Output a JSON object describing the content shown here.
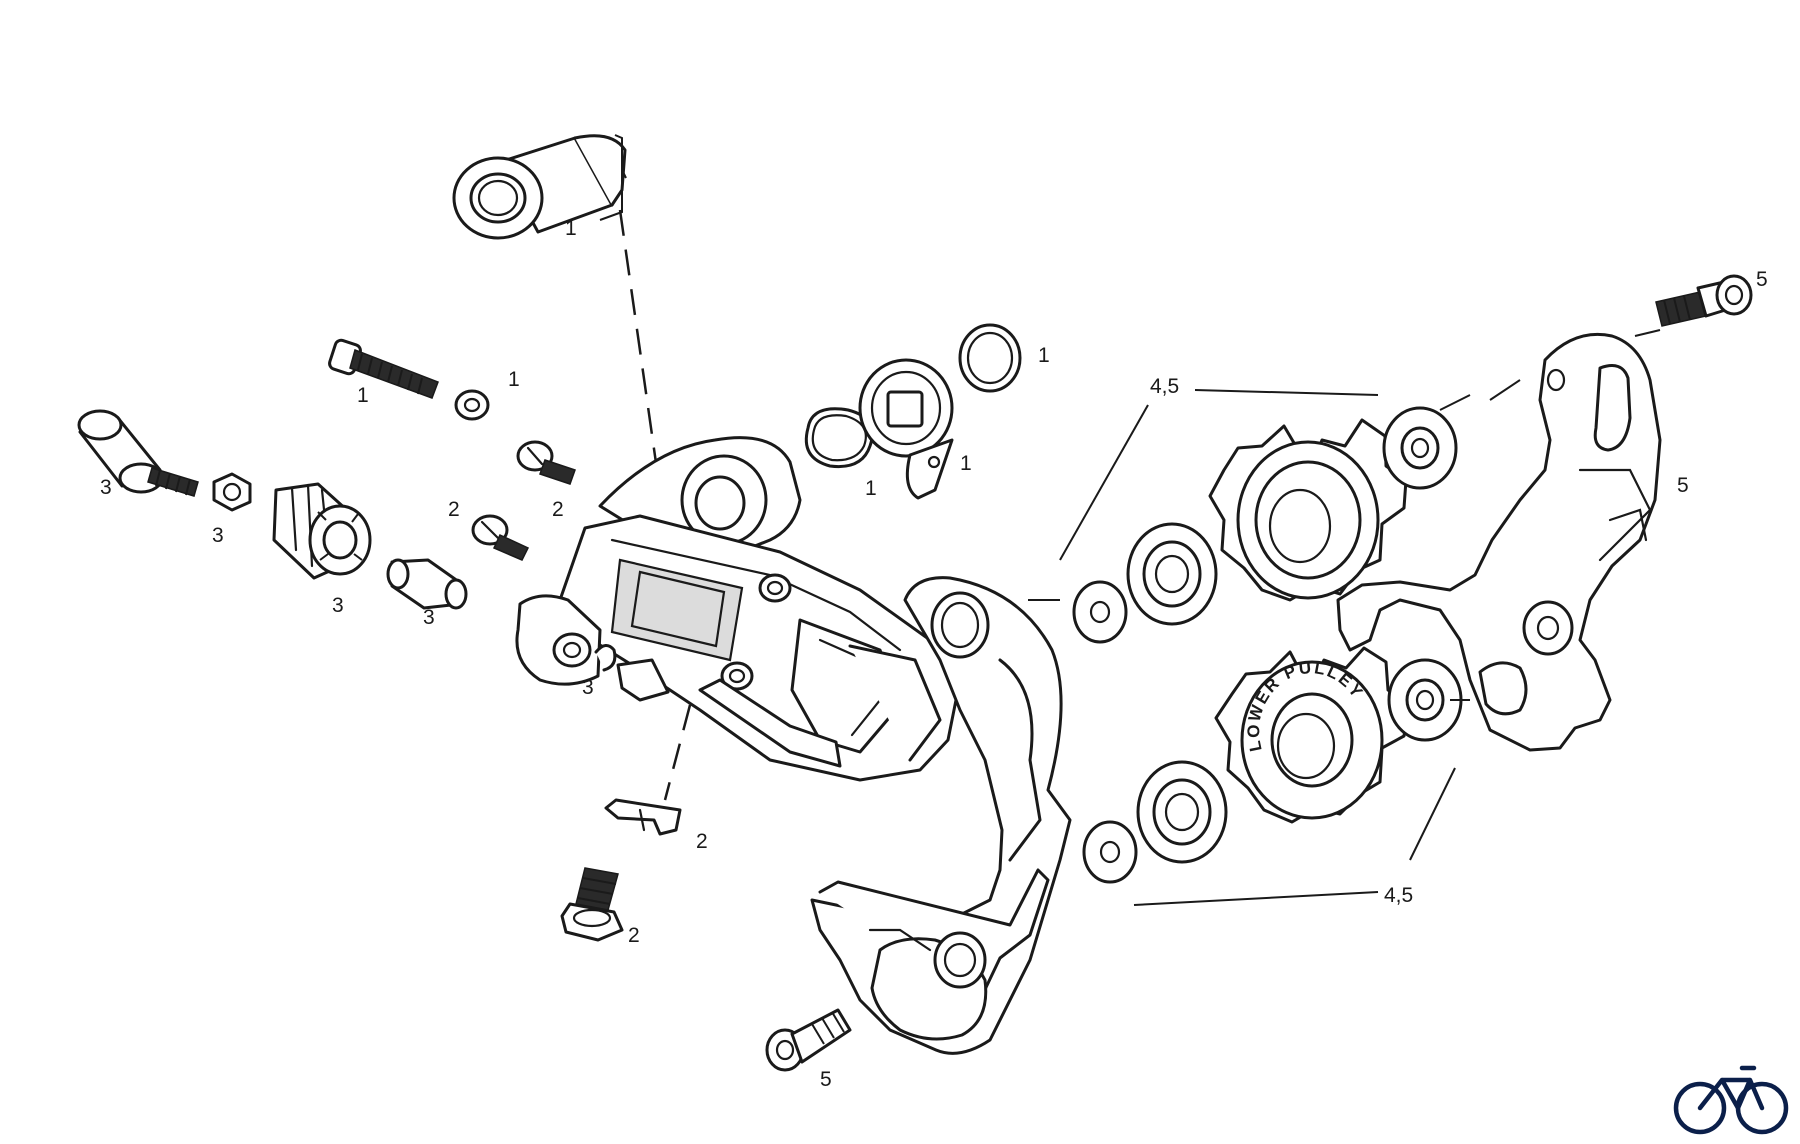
{
  "callouts": [
    {
      "id": "c-1-top",
      "text": "1"
    },
    {
      "id": "c-1-bolt",
      "text": "1"
    },
    {
      "id": "c-1-washer",
      "text": "1"
    },
    {
      "id": "c-1-oring",
      "text": "1"
    },
    {
      "id": "c-1-bushing",
      "text": "1"
    },
    {
      "id": "c-1-tab",
      "text": "1"
    },
    {
      "id": "c-2-screw-a",
      "text": "2"
    },
    {
      "id": "c-2-screw-b",
      "text": "2"
    },
    {
      "id": "c-2-bracket",
      "text": "2"
    },
    {
      "id": "c-2-bolt",
      "text": "2"
    },
    {
      "id": "c-3-cap",
      "text": "3"
    },
    {
      "id": "c-3-nut",
      "text": "3"
    },
    {
      "id": "c-3-barrel",
      "text": "3"
    },
    {
      "id": "c-3-ferrule",
      "text": "3"
    },
    {
      "id": "c-3-clip",
      "text": "3"
    },
    {
      "id": "c-45-upper",
      "text": "4,5"
    },
    {
      "id": "c-45-lower",
      "text": "4,5"
    },
    {
      "id": "c-5-cage",
      "text": "5"
    },
    {
      "id": "c-5-screw-top",
      "text": "5"
    },
    {
      "id": "c-5-screw-bottom",
      "text": "5"
    }
  ],
  "pulley_label": "LOWER PULLEY",
  "logo": {
    "icon": "bicycle-icon",
    "color": "#0b1f4a"
  }
}
